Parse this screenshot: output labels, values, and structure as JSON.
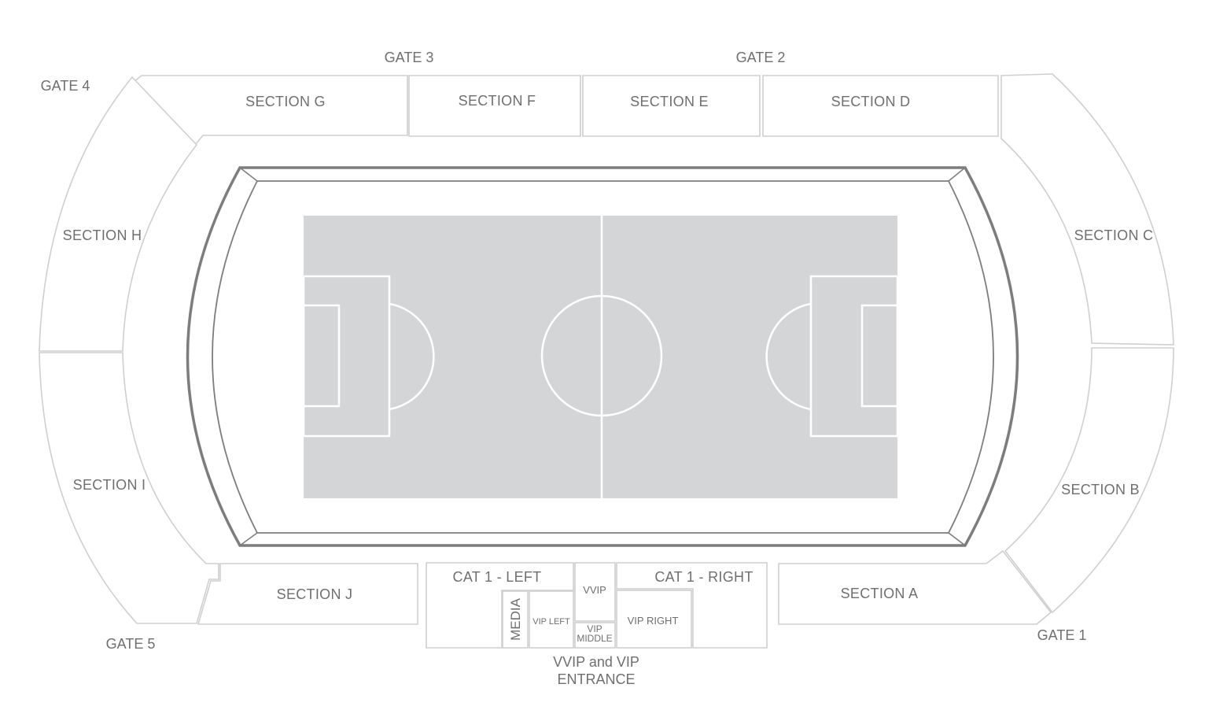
{
  "gates": {
    "gate1": "GATE 1",
    "gate2": "GATE 2",
    "gate3": "GATE 3",
    "gate4": "GATE 4",
    "gate5": "GATE 5"
  },
  "sections": {
    "a": "SECTION A",
    "b": "SECTION B",
    "c": "SECTION C",
    "d": "SECTION D",
    "e": "SECTION E",
    "f": "SECTION F",
    "g": "SECTION G",
    "h": "SECTION H",
    "i": "SECTION I",
    "j": "SECTION J"
  },
  "premium": {
    "cat1_left": "CAT 1 - LEFT",
    "cat1_right": "CAT 1 - RIGHT",
    "vvip": "VVIP",
    "vip_left": "VIP LEFT",
    "vip_right": "VIP RIGHT",
    "vip_middle_line1": "VIP",
    "vip_middle_line2": "MIDDLE",
    "media": "MEDIA"
  },
  "entrance": {
    "line1": "VVIP and VIP",
    "line2": "ENTRANCE"
  },
  "colors": {
    "pitch": "#d4d5d7",
    "section_stroke": "#cfcfcf",
    "text": "#6f6f6f",
    "track_stroke": "#7d7d7d"
  }
}
